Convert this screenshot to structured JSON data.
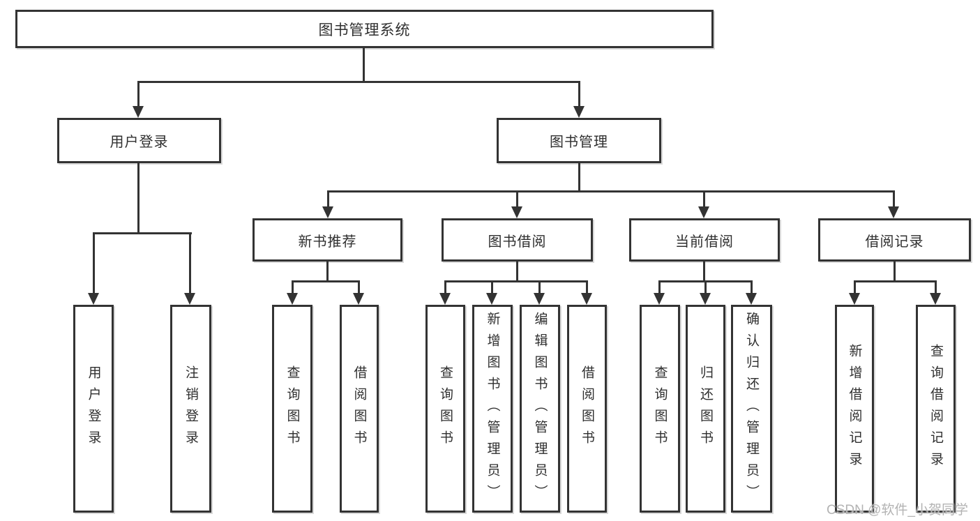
{
  "diagram": {
    "title": "图书管理系统",
    "branches": [
      {
        "label": "用户登录",
        "children": [
          {
            "label": "用户登录"
          },
          {
            "label": "注销登录"
          }
        ]
      },
      {
        "label": "图书管理",
        "children": [
          {
            "label": "新书推荐",
            "children": [
              {
                "label": "查询图书"
              },
              {
                "label": "借阅图书"
              }
            ]
          },
          {
            "label": "图书借阅",
            "children": [
              {
                "label": "查询图书"
              },
              {
                "label": "新增图书（管理员）"
              },
              {
                "label": "编辑图书（管理员）"
              },
              {
                "label": "借阅图书"
              }
            ]
          },
          {
            "label": "当前借阅",
            "children": [
              {
                "label": "查询图书"
              },
              {
                "label": "归还图书"
              },
              {
                "label": "确认归还（管理员）"
              }
            ]
          },
          {
            "label": "借阅记录",
            "children": [
              {
                "label": "新增借阅记录"
              },
              {
                "label": "查询借阅记录"
              }
            ]
          }
        ]
      }
    ]
  },
  "watermark": {
    "text": "CSDN @软件_小贺同学"
  },
  "colors": {
    "line": "#333333",
    "text": "#2f2f2f",
    "background": "#ffffff",
    "watermark": "#b3b3b3"
  }
}
